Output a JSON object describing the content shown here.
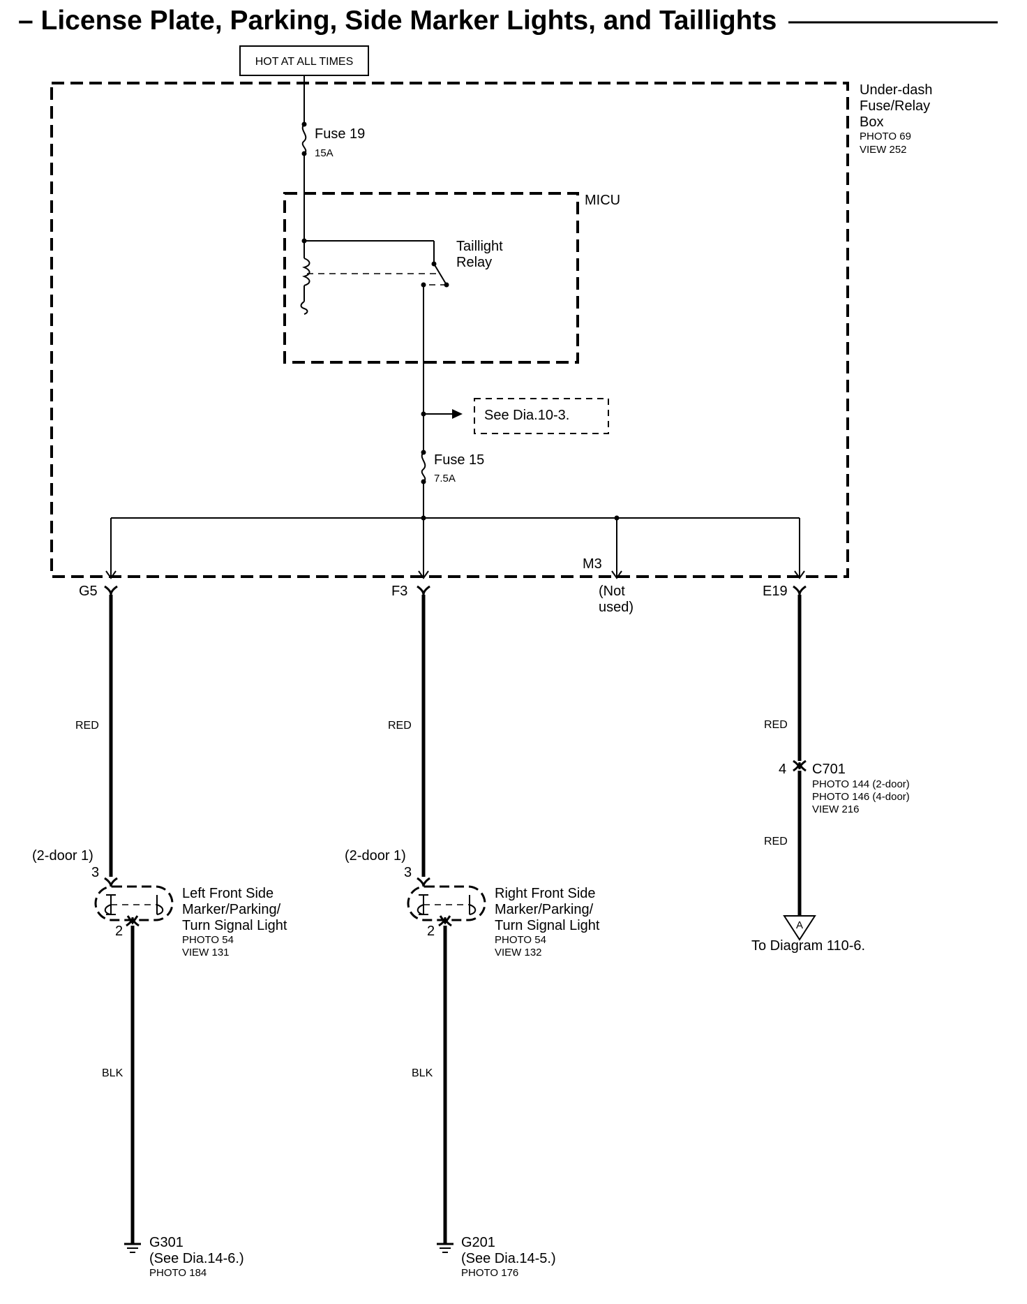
{
  "title": "– License Plate, Parking, Side Marker Lights, and Taillights",
  "power_source": "HOT AT ALL TIMES",
  "fuse_box": {
    "name_lines": [
      "Under-dash",
      "Fuse/Relay",
      "Box"
    ],
    "photo": "PHOTO 69",
    "view": "VIEW 252"
  },
  "fuse19": {
    "name": "Fuse 19",
    "rating": "15A"
  },
  "micu": {
    "name": "MICU",
    "relay_lines": [
      "Taillight",
      "Relay"
    ]
  },
  "see_dia": "See Dia.10-3.",
  "fuse15": {
    "name": "Fuse 15",
    "rating": "7.5A"
  },
  "terminals": {
    "g5": "G5",
    "f3": "F3",
    "m3": "M3",
    "m3_note_lines": [
      "(Not",
      "used)"
    ],
    "e19": "E19"
  },
  "wire_colors": {
    "red": "RED",
    "blk": "BLK"
  },
  "left_light": {
    "door_note": "(2-door 1)",
    "pin_in": "3",
    "pin_out": "2",
    "name_lines": [
      "Left Front Side",
      "Marker/Parking/",
      "Turn Signal Light"
    ],
    "photo": "PHOTO 54",
    "view": "VIEW 131"
  },
  "right_light": {
    "door_note": "(2-door 1)",
    "pin_in": "3",
    "pin_out": "2",
    "name_lines": [
      "Right Front Side",
      "Marker/Parking/",
      "Turn Signal Light"
    ],
    "photo": "PHOTO 54",
    "view": "VIEW 132"
  },
  "c701": {
    "pin": "4",
    "name": "C701",
    "photo_2door": "PHOTO 144 (2-door)",
    "photo_4door": "PHOTO 146 (4-door)",
    "view": "VIEW 216"
  },
  "connector_a": {
    "letter": "A",
    "text": "To Diagram 110-6."
  },
  "g301": {
    "name": "G301",
    "see": "(See Dia.14-6.)",
    "photo": "PHOTO 184"
  },
  "g201": {
    "name": "G201",
    "see": "(See Dia.14-5.)",
    "photo": "PHOTO 176"
  }
}
